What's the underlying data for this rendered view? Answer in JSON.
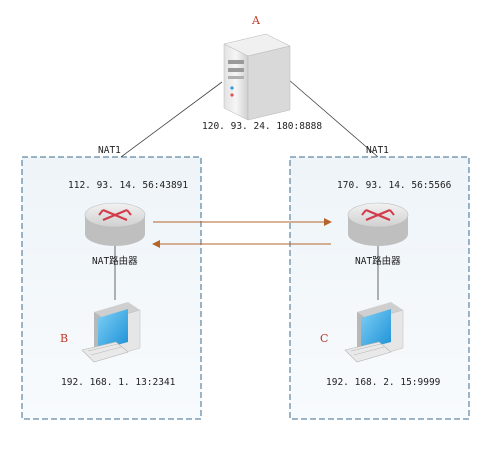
{
  "nodes": {
    "server": {
      "tag": "A",
      "address": "120. 93. 24. 180:8888"
    },
    "left_router": {
      "nat_label": "NAT1",
      "address": "112. 93. 14. 56:43891",
      "caption": "NAT路由器"
    },
    "right_router": {
      "nat_label": "NAT1",
      "address": "170. 93. 14. 56:5566",
      "caption": "NAT路由器"
    },
    "left_client": {
      "tag": "B",
      "address": "192. 168. 1. 13:2341"
    },
    "right_client": {
      "tag": "C",
      "address": "192. 168. 2. 15:9999"
    }
  },
  "colors": {
    "panel_border": "#3d6b8e",
    "panel_fill": "#f4f8fb",
    "arrow": "#b5642b",
    "link": "#444444",
    "tag": "#c0392b"
  }
}
